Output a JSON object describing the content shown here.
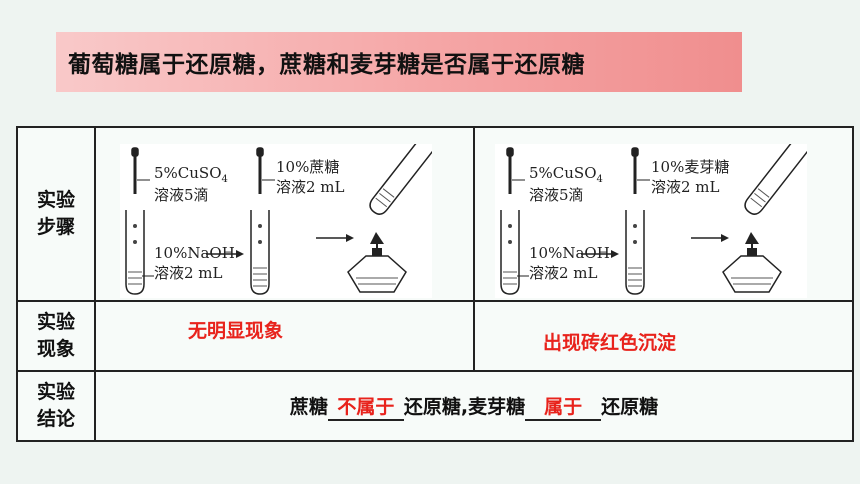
{
  "title": "葡萄糖属于还原糖，蔗糖和麦芽糖是否属于还原糖",
  "table": {
    "row_labels": {
      "steps": [
        "实验",
        "步骤"
      ],
      "phenomenon": [
        "实验",
        "现象"
      ],
      "conclusion": [
        "实验",
        "结论"
      ]
    },
    "left_diagram": {
      "reagent_top": [
        "5%CuSO",
        "溶液5滴"
      ],
      "reagent_bottom": [
        "10%NaOH",
        "溶液2 mL"
      ],
      "sugar": [
        "10%蔗糖",
        "溶液2 mL"
      ]
    },
    "right_diagram": {
      "reagent_top": [
        "5%CuSO",
        "溶液5滴"
      ],
      "reagent_bottom": [
        "10%NaOH",
        "溶液2 mL"
      ],
      "sugar": [
        "10%麦芽糖",
        "溶液2 mL"
      ]
    },
    "subscript": "4",
    "phenomenon_left": "无明显现象",
    "phenomenon_right": "出现砖红色沉淀",
    "conclusion": {
      "part1": "蔗糖",
      "fill1": "不属于",
      "part2": "还原糖,麦芽糖",
      "fill2": "属于",
      "part3": "还原糖"
    }
  },
  "colors": {
    "accent_red": "#e8231c",
    "title_bg": "#f5a6a6"
  }
}
